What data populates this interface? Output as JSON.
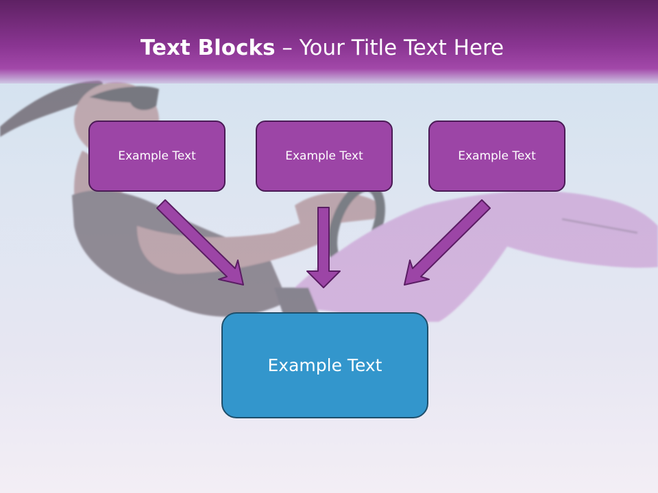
{
  "slide": {
    "title_bold": "Text Blocks",
    "title_separator": "–",
    "title_rest": "Your Title Text Here",
    "top_boxes": [
      {
        "label": "Example Text"
      },
      {
        "label": "Example Text"
      },
      {
        "label": "Example Text"
      }
    ],
    "bottom_box": {
      "label": "Example Text"
    }
  },
  "colors": {
    "header": "#8a3592",
    "top_box_fill": "#9c45a6",
    "top_box_border": "#4a1a55",
    "bottom_box_fill": "#3396cc",
    "bottom_box_border": "#1e4e6a",
    "arrow_fill": "#9c45a6"
  },
  "icons": [
    "arrow-down-right-icon",
    "arrow-down-icon",
    "arrow-down-left-icon"
  ]
}
